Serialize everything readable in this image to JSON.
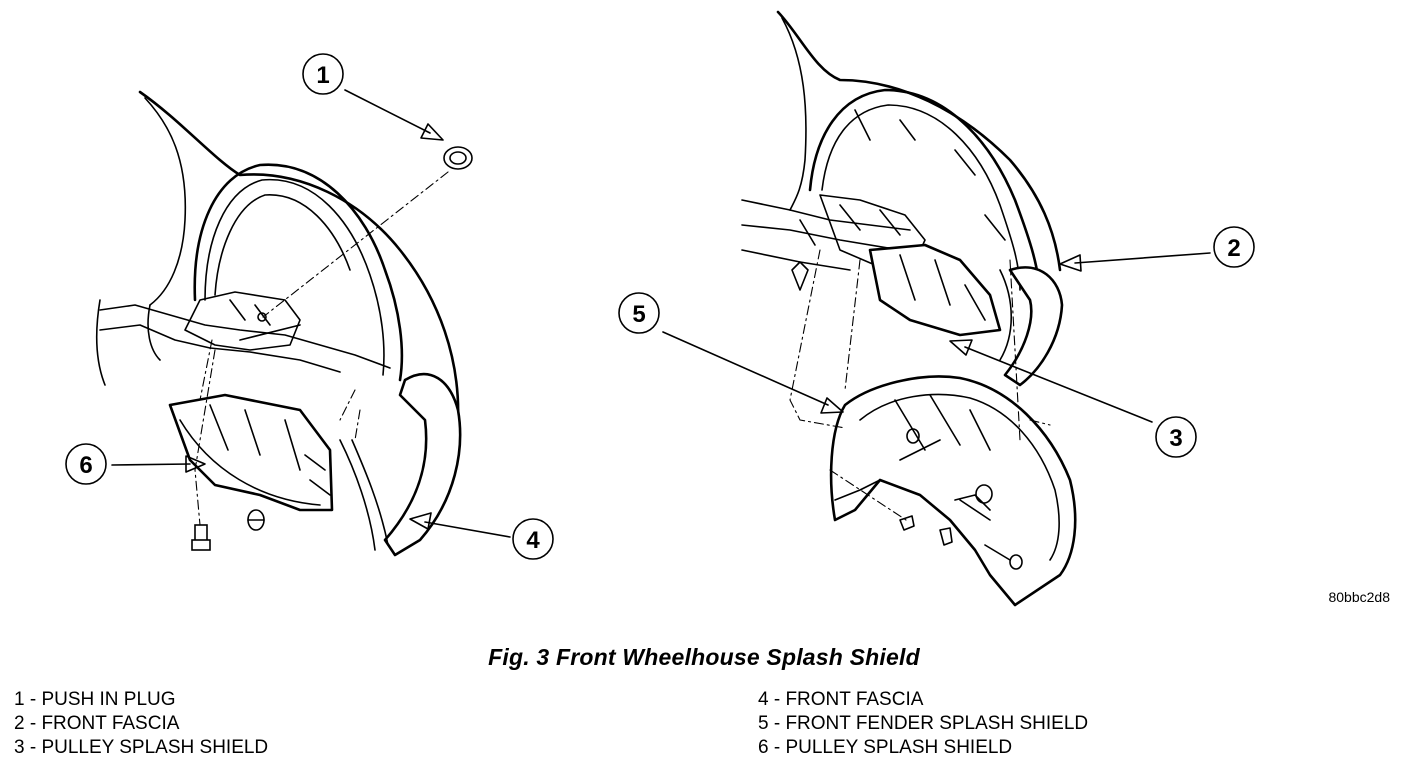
{
  "figure": {
    "image_id": "80bbc2d8",
    "caption": "Fig. 3 Front Wheelhouse Splash Shield"
  },
  "callouts": [
    "1",
    "2",
    "3",
    "4",
    "5",
    "6"
  ],
  "legend": {
    "left": [
      "1 - PUSH IN PLUG",
      "2 - FRONT FASCIA",
      "3 - PULLEY SPLASH SHIELD"
    ],
    "right": [
      "4 - FRONT FASCIA",
      "5 - FRONT FENDER SPLASH SHIELD",
      "6 - PULLEY SPLASH SHIELD"
    ]
  }
}
